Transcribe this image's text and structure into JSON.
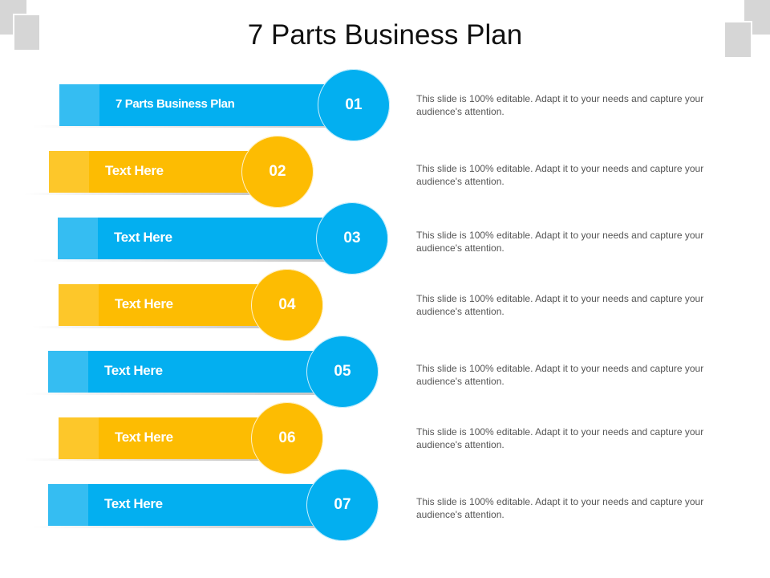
{
  "title": "7 Parts Business Plan",
  "colors": {
    "blue": "#03aff0",
    "yellow": "#fdbc02",
    "text_gray": "#555555"
  },
  "items": [
    {
      "number": "01",
      "label": "7 Parts Business Plan",
      "color": "blue",
      "description": "This slide is 100% editable. Adapt it to your needs and capture your audience's  attention."
    },
    {
      "number": "02",
      "label": "Text Here",
      "color": "yellow",
      "description": "This slide is 100% editable. Adapt it to your needs and capture your audience's  attention."
    },
    {
      "number": "03",
      "label": "Text Here",
      "color": "blue",
      "description": "This slide is 100% editable. Adapt it to your needs and capture your audience's  attention."
    },
    {
      "number": "04",
      "label": "Text Here",
      "color": "yellow",
      "description": "This slide is 100% editable. Adapt it to your needs and capture your audience's  attention."
    },
    {
      "number": "05",
      "label": "Text Here",
      "color": "blue",
      "description": "This slide is 100% editable. Adapt it to your needs and capture your audience's  attention."
    },
    {
      "number": "06",
      "label": "Text Here",
      "color": "yellow",
      "description": "This slide is 100% editable. Adapt it to your needs and capture your audience's  attention."
    },
    {
      "number": "07",
      "label": "Text Here",
      "color": "blue",
      "description": "This slide is 100% editable. Adapt it to your needs and capture your audience's  attention."
    }
  ]
}
